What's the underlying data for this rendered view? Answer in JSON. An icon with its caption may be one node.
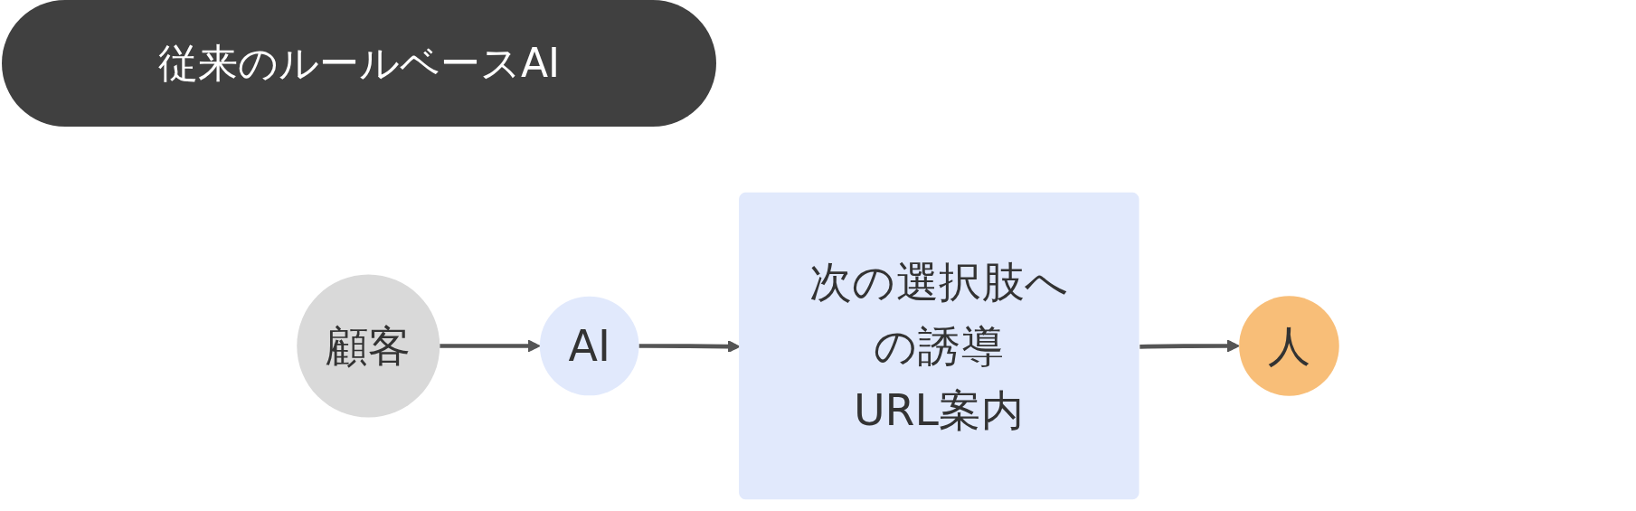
{
  "diagram": {
    "title": "従来のルールベースAI",
    "nodes": [
      {
        "text": [
          "顧客"
        ]
      },
      {
        "text": [
          "AI"
        ]
      },
      {
        "text": [
          "次の選択肢への誘導",
          "URL案内"
        ]
      },
      {
        "text": [
          "人"
        ]
      }
    ],
    "edges": [
      {
        "from": 0,
        "to": 1,
        "arrow": "to"
      },
      {
        "from": 1,
        "to": 2,
        "arrow": "to"
      },
      {
        "from": 2,
        "to": 3,
        "arrow": "to"
      }
    ]
  }
}
